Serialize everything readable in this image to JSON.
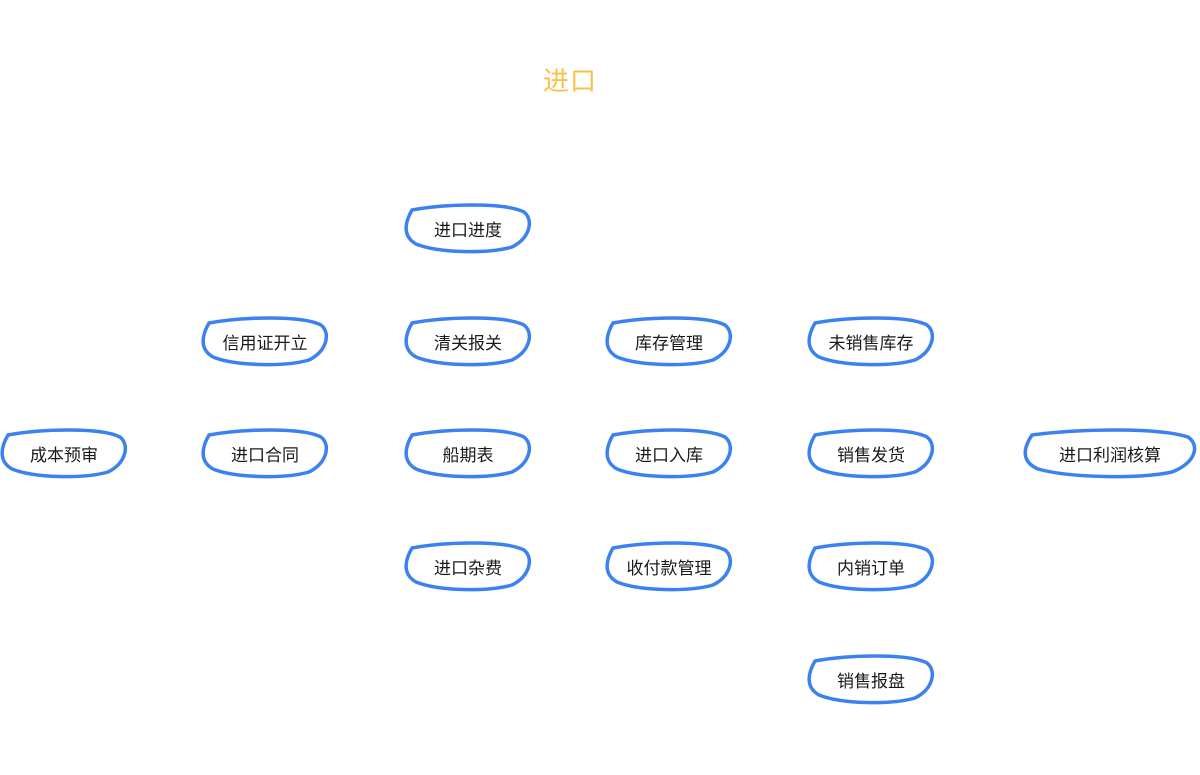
{
  "title": "进口",
  "colors": {
    "title": "#f6c24b",
    "outline": "#3b82f0",
    "text": "#1a1a1a"
  },
  "nodes": [
    {
      "id": "import-progress",
      "label": "进口进度"
    },
    {
      "id": "lc-opening",
      "label": "信用证开立"
    },
    {
      "id": "customs-clearance",
      "label": "清关报关"
    },
    {
      "id": "inventory-management",
      "label": "库存管理"
    },
    {
      "id": "unsold-inventory",
      "label": "未销售库存"
    },
    {
      "id": "cost-pre-review",
      "label": "成本预审"
    },
    {
      "id": "import-contract",
      "label": "进口合同"
    },
    {
      "id": "shipping-schedule",
      "label": "船期表"
    },
    {
      "id": "import-warehousing",
      "label": "进口入库"
    },
    {
      "id": "sales-shipment",
      "label": "销售发货"
    },
    {
      "id": "import-profit-accounting",
      "label": "进口利润核算"
    },
    {
      "id": "import-misc-fees",
      "label": "进口杂费"
    },
    {
      "id": "payment-management",
      "label": "收付款管理"
    },
    {
      "id": "domestic-sales-order",
      "label": "内销订单"
    },
    {
      "id": "sales-report",
      "label": "销售报盘"
    }
  ]
}
